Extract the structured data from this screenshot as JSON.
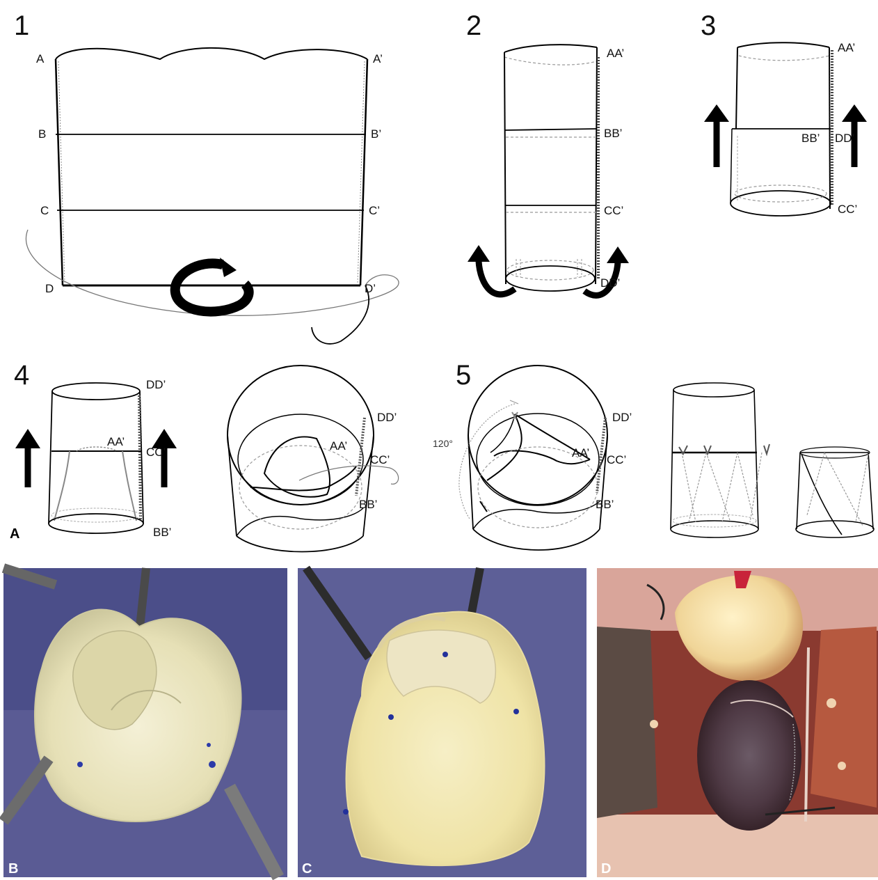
{
  "step_numbers": [
    "1",
    "2",
    "3",
    "4",
    "5"
  ],
  "panel_letters": {
    "a": "A",
    "b": "B",
    "c": "C",
    "d": "D"
  },
  "step1": {
    "a": "A",
    "a2": "A’",
    "b": "B",
    "b2": "B’",
    "c": "C",
    "c2": "C’",
    "d": "D",
    "d2": "D’"
  },
  "step2": {
    "aa": "AA’",
    "bb": "BB’",
    "cc": "CC’",
    "dd": "DD’"
  },
  "step3": {
    "aa": "AA’",
    "bb": "BB’",
    "dd": "DD’",
    "cc": "CC’"
  },
  "step4": {
    "dd": "DD’",
    "aa": "AA’",
    "cc": "CC’",
    "bb": "BB’",
    "dd_open": "DD’",
    "aa_open": "AA’",
    "cc_open": "CC’",
    "bb_open": "BB’"
  },
  "step5": {
    "angle": "120°",
    "dd": "DD’",
    "aa": "AA’",
    "cc": "CC’",
    "bb": "BB’"
  }
}
